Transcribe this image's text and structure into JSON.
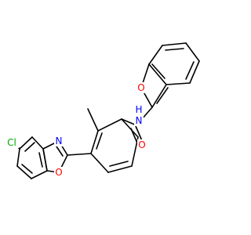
{
  "molecule": {
    "atoms": {
      "chlorine": {
        "text": "Cl",
        "color": "#00aa00"
      },
      "oxazole_nitrogen": {
        "text": "N",
        "color": "#0000ff"
      },
      "oxazole_oxygen": {
        "text": "O",
        "color": "#ff0000"
      },
      "amide_nitrogen": {
        "text": "N",
        "color": "#0000ff"
      },
      "amide_hydrogen": {
        "text": "H",
        "color": "#0000ff"
      },
      "carbonyl_oxygen": {
        "text": "O",
        "color": "#ff0000"
      },
      "furan_oxygen": {
        "text": "O",
        "color": "#ff0000"
      }
    },
    "bond_color": "#000000"
  }
}
